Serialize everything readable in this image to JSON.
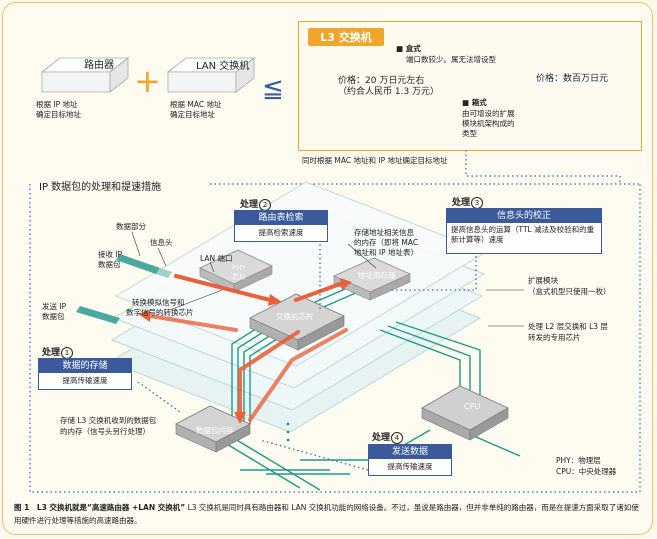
{
  "top": {
    "router_label": "路由器",
    "router_note_1": "根据 IP 地址",
    "router_note_2": "确定目标地址",
    "plus": "+",
    "lan_switch_label": "LAN 交换机",
    "lan_note_1": "根据 MAC 地址",
    "lan_note_2": "确定目标地址",
    "leq": "≦",
    "l3_title": "L3 交换机",
    "box_type_head": "■ 盒式",
    "box_type_desc": "端口数较少。属无法增设型",
    "box_price_1": "价格：20 万日元左右",
    "box_price_2": "（约合人民币 1.3 万元）",
    "chassis_head": "■ 箱式",
    "chassis_desc_1": "由可增设的扩展",
    "chassis_desc_2": "模块机架构成的",
    "chassis_desc_3": "类型",
    "chassis_price": "价格：数百万日元",
    "both_note": "同时根据 MAC 地址和 IP 地址确定目标地址"
  },
  "diagram": {
    "section_title": "IP 数据包的处理和提速措施",
    "data_part": "数据部分",
    "header_label": "信息头",
    "recv_packet_1": "接收 IP",
    "recv_packet_2": "数据包",
    "send_packet_1": "发送 IP",
    "send_packet_2": "数据包",
    "lan_port": "LAN 端口",
    "phy_chip_1": "PHY",
    "phy_chip_2": "芯片",
    "converter_1": "转换模拟信号和",
    "converter_2": "数字信号的转换芯片",
    "switch_chip": "交换机芯片",
    "addr_memory": "地址用存储",
    "addr_note_1": "存储地址相关信息",
    "addr_note_2": "的内存（即将 MAC",
    "addr_note_3": "地址和 IP 地址表）",
    "expansion_1": "扩展模块",
    "expansion_2": "（盒式机型只使用一枚）",
    "l2l3_1": "处理 L2 层交换和 L3 层",
    "l2l3_2": "转发的专用芯片",
    "cpu": "CPU",
    "packet_memory": "数据包内存",
    "packet_memory_note_1": "存储 L3 交换机收到的数据包",
    "packet_memory_note_2": "的内存（信号头另行处理）",
    "legend_phy": "PHY：物理层",
    "legend_cpu": "CPU：中央处理器"
  },
  "processes": [
    {
      "label": "处理",
      "num": "①",
      "title": "数据的存储",
      "desc": "提高传输速度"
    },
    {
      "label": "处理",
      "num": "②",
      "title": "路由表检索",
      "desc": "提高检索速度"
    },
    {
      "label": "处理",
      "num": "③",
      "title": "信息头的校正",
      "desc": "提高信息头的运算（TTL 减法及校验和的重新计算等）速度"
    },
    {
      "label": "处理",
      "num": "④",
      "title": "发送数据",
      "desc": "提高传输速度"
    }
  ],
  "caption": {
    "fig": "图 1　L3 交换机就是“高速路由器 +LAN 交换机”",
    "text": "L3 交换机是同时具有路由器和 LAN 交换机功能的网络设备。不过，虽说是路由器，但并非单纯的路由器，而是在提速方面采取了诸如使用硬件进行处理等措施的高速路由器。"
  },
  "colors": {
    "accent_orange": "#f2a52b",
    "label_blue": "#3a5a9a",
    "trace_green": "#1f9a88",
    "arrow_red": "#e8613a",
    "dotted_blue": "#2d6fb8"
  }
}
